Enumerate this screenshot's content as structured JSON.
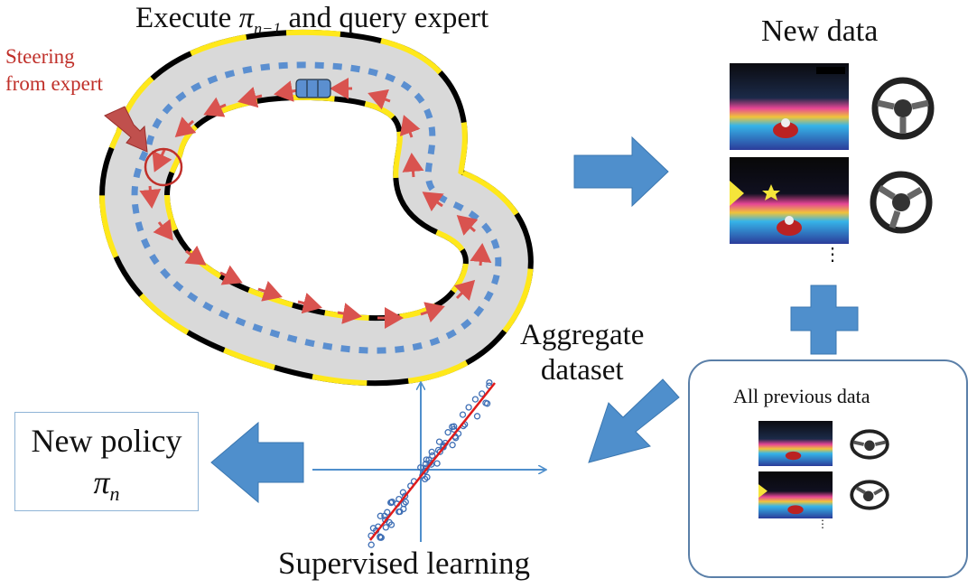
{
  "labels": {
    "execute_prefix": "Execute ",
    "execute_pi": "π",
    "execute_sub": "n−1",
    "execute_suffix": " and query expert",
    "steering_line1": "Steering",
    "steering_line2": "from expert",
    "new_data": "New data",
    "aggregate_line1": "Aggregate",
    "aggregate_line2": "dataset",
    "supervised": "Supervised learning",
    "all_previous": "All previous data",
    "new_policy": "New policy",
    "policy_pi": "π",
    "policy_sub": "n",
    "ellipsis": "⋮"
  },
  "colors": {
    "arrow_blue": "#4f8fcc",
    "track_gray": "#d9d9d9",
    "track_yellow": "#ffe81a",
    "expert_red": "#d9534f",
    "policy_blue": "#5b8fd0",
    "regression_red": "#e01b1b"
  }
}
